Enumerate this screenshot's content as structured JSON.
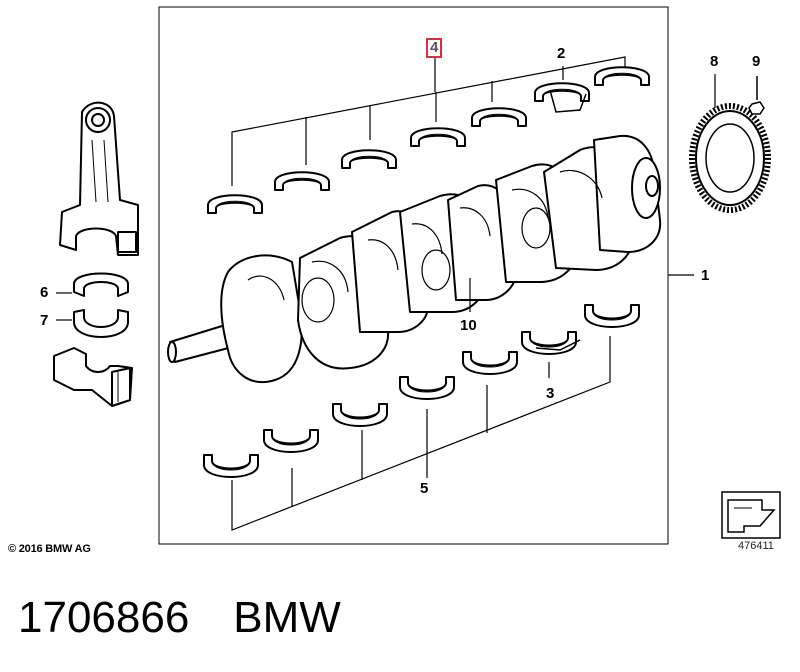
{
  "callouts": {
    "c1": "1",
    "c2": "2",
    "c3": "3",
    "c4": "4",
    "c5": "5",
    "c6": "6",
    "c7": "7",
    "c8": "8",
    "c9": "9",
    "c10": "10"
  },
  "highlight": {
    "part": "4",
    "color": "#d93040"
  },
  "footer": {
    "copyright": "© 2016 BMW AG",
    "diagram_number": "476411"
  },
  "caption": {
    "part_number": "1706866",
    "brand": "BMW"
  },
  "icons": [
    "connecting-rod-icon",
    "crankshaft-icon",
    "bearing-shell-icon",
    "flywheel-ring-icon",
    "bolt-icon",
    "navigation-arrow-icon"
  ]
}
